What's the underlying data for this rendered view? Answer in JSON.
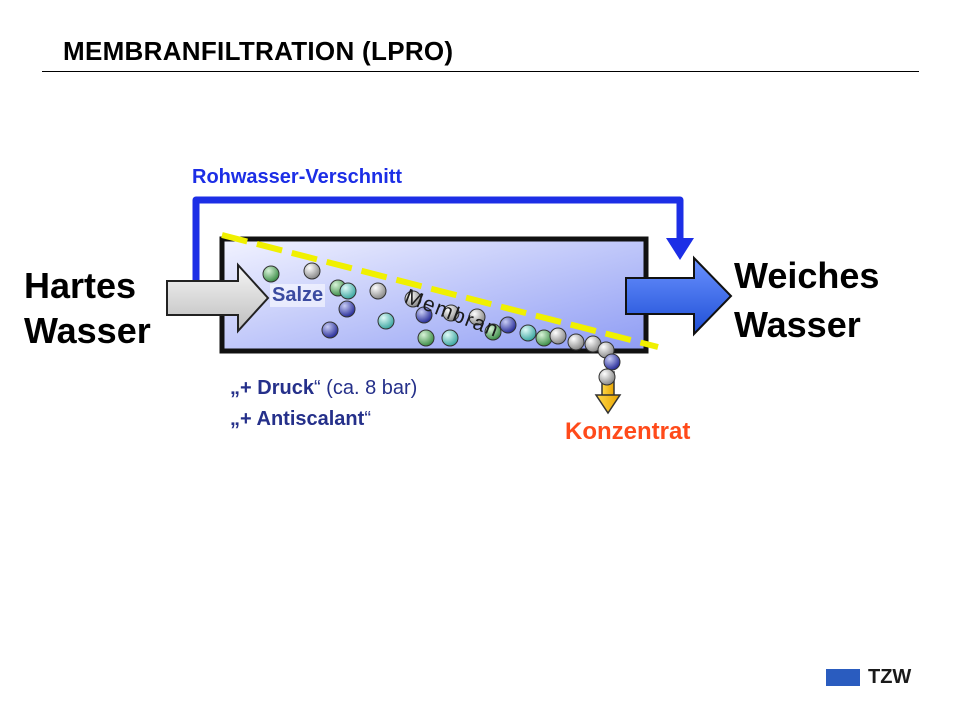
{
  "title": "MEMBRANFILTRATION (LPRO)",
  "bypass_label": "Rohwasser-Verschnitt",
  "inlet_label": [
    "Hartes",
    "Wasser"
  ],
  "outlet_label": [
    "Weiches",
    "Wasser"
  ],
  "concentrate_label": "Konzentrat",
  "salts_label": "Salze",
  "membrane_label": "Membran",
  "conditions": [
    {
      "prefix": "„+ ",
      "bold": "Druck",
      "suffix": "“ (ca. 8 bar)"
    },
    {
      "prefix": "„+ ",
      "bold": "Antiscalant",
      "suffix": "“"
    }
  ],
  "logo_text": "TZW",
  "colors": {
    "bypass": "#1c2ee6",
    "concentrate": "#ff4a1a",
    "membrane": "#f0f000",
    "vessel_fill_light": "#f2f3ff",
    "vessel_fill_dark": "#8e9cf4",
    "outlet_arrow": "#2f63e6",
    "concentrate_arrow": "#f2b300",
    "logo": "#2a5cbf"
  }
}
